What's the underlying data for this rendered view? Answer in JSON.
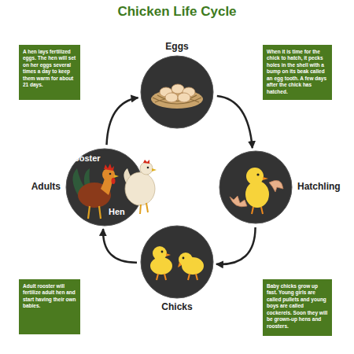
{
  "diagram": {
    "title": "Chicken Life Cycle",
    "nodes": [
      {
        "text": [
          "A hen lays fertilized eggs. The hen will set on her eggs several times a day to keep them warm for about 21 days."
        ]
      },
      {
        "text": [
          "Eggs"
        ]
      },
      {
        "text": [
          "When it is time for the chick to hatch, it pecks holes in the shell with a bump on its beak called an egg tooth. A few days after the chick has hatched."
        ]
      },
      {
        "text": [
          "Adults"
        ]
      },
      {
        "text": [
          "Hatchling"
        ]
      },
      {
        "text": [
          "Adult rooster will fertilize adult hen and start having their own babies."
        ]
      },
      {
        "text": [
          "Chicks"
        ]
      },
      {
        "text": [
          "Baby chicks grow up fast. Young girls are called pullets and young boys are called cockerels. Soon they will be grown-up hens and roosters."
        ]
      }
    ],
    "edges": [
      {
        "from": 1,
        "to": 4,
        "arrow": "to"
      },
      {
        "from": 4,
        "to": 6,
        "arrow": "to"
      },
      {
        "from": 6,
        "to": 3,
        "arrow": "to"
      },
      {
        "from": 3,
        "to": 1,
        "arrow": "to"
      }
    ],
    "labels": [
      "Rooster",
      "Hen"
    ]
  }
}
